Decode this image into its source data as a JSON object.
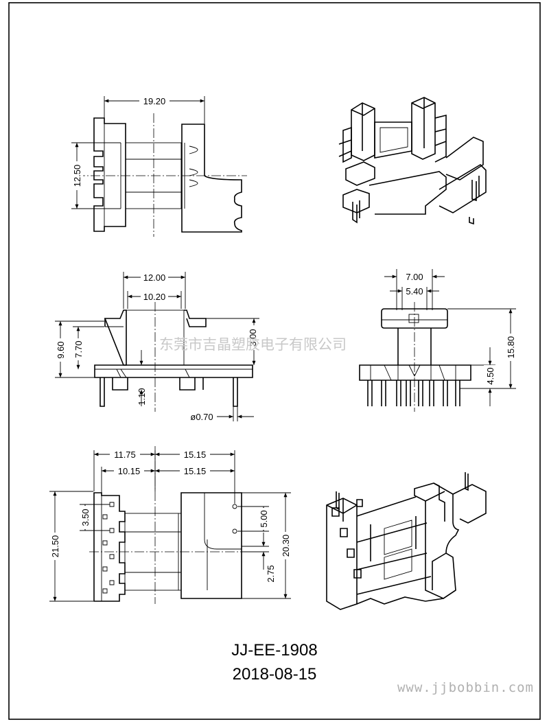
{
  "drawing": {
    "part_number": "JJ-EE-1908",
    "date": "2018-08-15",
    "watermark": "东莞市吉晶塑胶电子有限公司",
    "website": "www.jjbobbin.com"
  },
  "dimensions": {
    "top_width": "19.20",
    "top_height": "12.50",
    "front_outer_width": "12.00",
    "front_inner_width": "10.20",
    "front_total_height": "9.60",
    "front_body_height": "7.70",
    "front_flange_height": "3.00",
    "front_pin_offset": "1.10",
    "pin_diameter": "ø0.70",
    "side_outer_width": "7.00",
    "side_inner_width": "5.40",
    "side_total_height": "15.80",
    "side_pin_length": "4.50",
    "bottom_left_outer": "11.75",
    "bottom_right_outer": "15.15",
    "bottom_left_inner": "10.15",
    "bottom_right_inner": "15.15",
    "bottom_total_height": "21.50",
    "bottom_pin_pitch": "3.50",
    "bottom_right_height": "20.30",
    "bottom_slot_height": "5.00",
    "bottom_slot_offset": "2.75"
  }
}
